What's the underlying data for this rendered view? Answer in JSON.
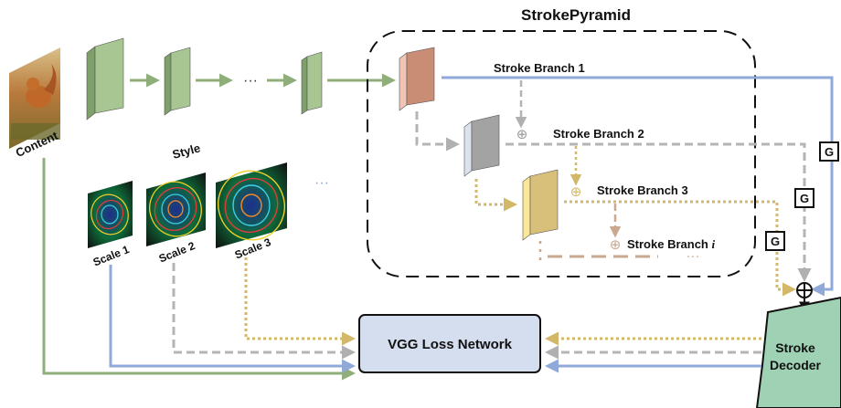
{
  "title": "StrokePyramid",
  "content_label": "Content",
  "style_label": "Style",
  "scales": [
    "Scale 1",
    "Scale 2",
    "Scale 3"
  ],
  "ellipsis": "···",
  "branches": [
    "Stroke Branch 1",
    "Stroke Branch 2",
    "Stroke Branch 3",
    "Stroke Branch"
  ],
  "branch_index": "i",
  "gate_label": "G",
  "vgg_label": "VGG Loss Network",
  "decoder_label_1": "Stroke",
  "decoder_label_2": "Decoder",
  "colors": {
    "green": "#8fae7a",
    "blue": "#8fa9d8",
    "gray": "#b4b4b4",
    "gold": "#d4b869",
    "brown": "#c9a88f",
    "feature_green": "#a7c691",
    "vgg_fill": "#d5deef",
    "decoder_fill": "#9fd2b4"
  }
}
